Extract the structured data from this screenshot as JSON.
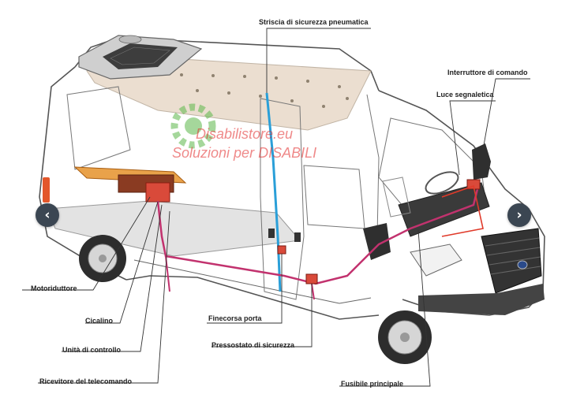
{
  "labels": {
    "striscia": "Striscia di sicurezza pneumatica",
    "interruttore": "Interruttore di comando",
    "luce": "Luce segnaletica",
    "motoriduttore": "Motoriduttore",
    "cicalino": "Cicalino",
    "unita": "Unità di controllo",
    "ricevitore": "Ricevitore del telecomando",
    "finecorsa": "Finecorsa porta",
    "pressostato": "Pressostato di sicurezza",
    "fusibile": "Fusibile principale"
  },
  "watermark": {
    "line1": "Disabilistore.eu",
    "line2": "Soluzioni per DISABILI"
  },
  "navigation": {
    "prev_icon": "chevron-left-icon",
    "next_icon": "chevron-right-icon"
  },
  "colors": {
    "cable": "#c2326e",
    "pneumatic_strip": "#2a9fd8",
    "roof_panel": "#e8d9c8",
    "indicator": "#e03a2a",
    "watermark_green": "#5cb84a"
  }
}
